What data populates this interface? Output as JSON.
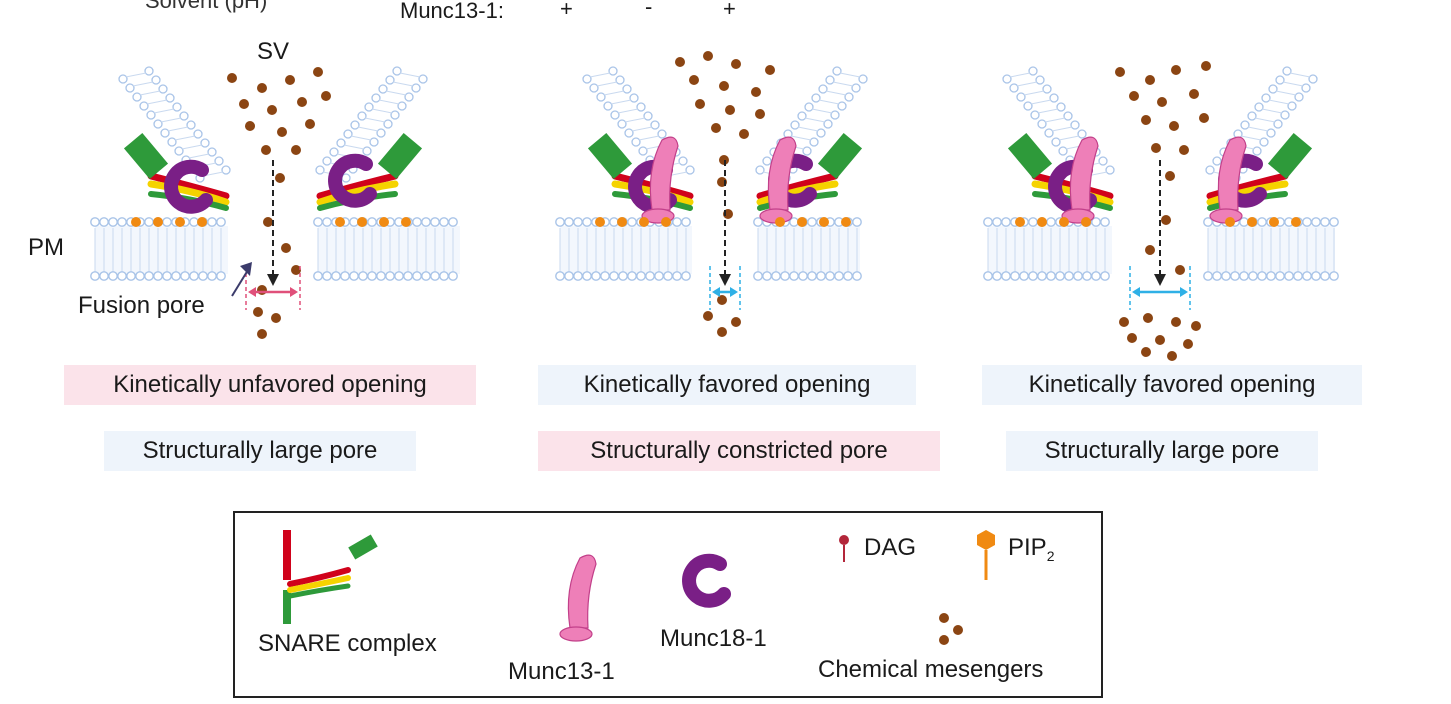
{
  "header": {
    "cut_label": "Solvent (pH)",
    "munc13_row_label": "Munc13-1:",
    "munc13_signs": [
      "+",
      "-",
      "+"
    ]
  },
  "labels": {
    "sv": "SV",
    "pm": "PM",
    "fusion_pore": "Fusion pore"
  },
  "panels": [
    {
      "opening": "Kinetically unfavored opening",
      "opening_color": "pink",
      "pore": "Structurally large pore",
      "pore_color": "blue"
    },
    {
      "opening": "Kinetically favored opening",
      "opening_color": "blue",
      "pore": "Structurally constricted pore",
      "pore_color": "pink"
    },
    {
      "opening": "Kinetically favored opening",
      "opening_color": "blue",
      "pore": "Structurally large pore",
      "pore_color": "blue"
    }
  ],
  "legend": {
    "snare": "SNARE complex",
    "munc13": "Munc13-1",
    "munc18": "Munc18-1",
    "dag": "DAG",
    "pip2_base": "PIP",
    "pip2_sub": "2",
    "messengers": "Chemical mesengers"
  },
  "colors": {
    "pink_band": "#fbe3ea",
    "blue_band": "#eef4fb",
    "messenger": "#8b4513",
    "membrane": "#a9c4e8",
    "snare_red": "#d0021b",
    "snare_yellow": "#f5d300",
    "snare_green": "#2e9a3a",
    "munc13": "#ee7fb8",
    "munc18": "#7a1f86",
    "pip2": "#f08a12",
    "dag": "#b3263a"
  }
}
